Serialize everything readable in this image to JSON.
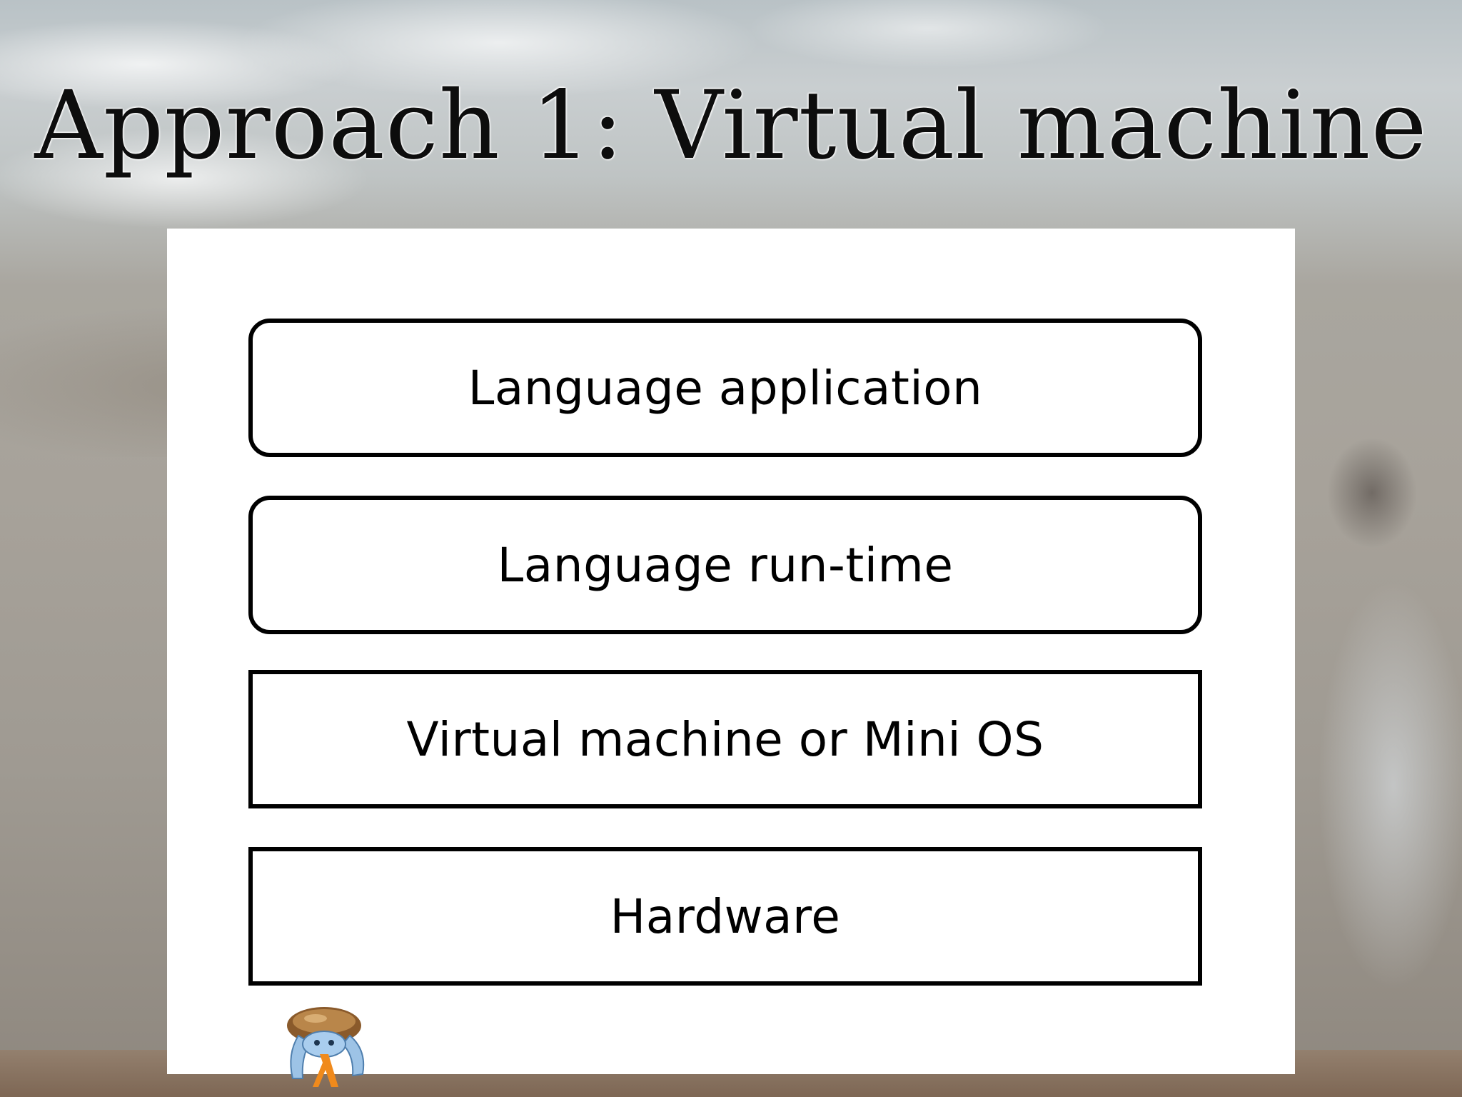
{
  "slide": {
    "title": "Approach 1: Virtual machine"
  },
  "diagram": {
    "layers": [
      {
        "label": "Language application",
        "shape": "rounded"
      },
      {
        "label": "Language run-time",
        "shape": "rounded"
      },
      {
        "label": "Virtual machine or Mini OS",
        "shape": "square"
      },
      {
        "label": "Hardware",
        "shape": "square"
      }
    ]
  },
  "logo": {
    "icon": "mascot-logo-icon"
  },
  "colors": {
    "title_text": "#0d0d0d",
    "panel_background": "#ffffff",
    "box_border": "#000000",
    "logo_orange": "#f08a1c"
  }
}
